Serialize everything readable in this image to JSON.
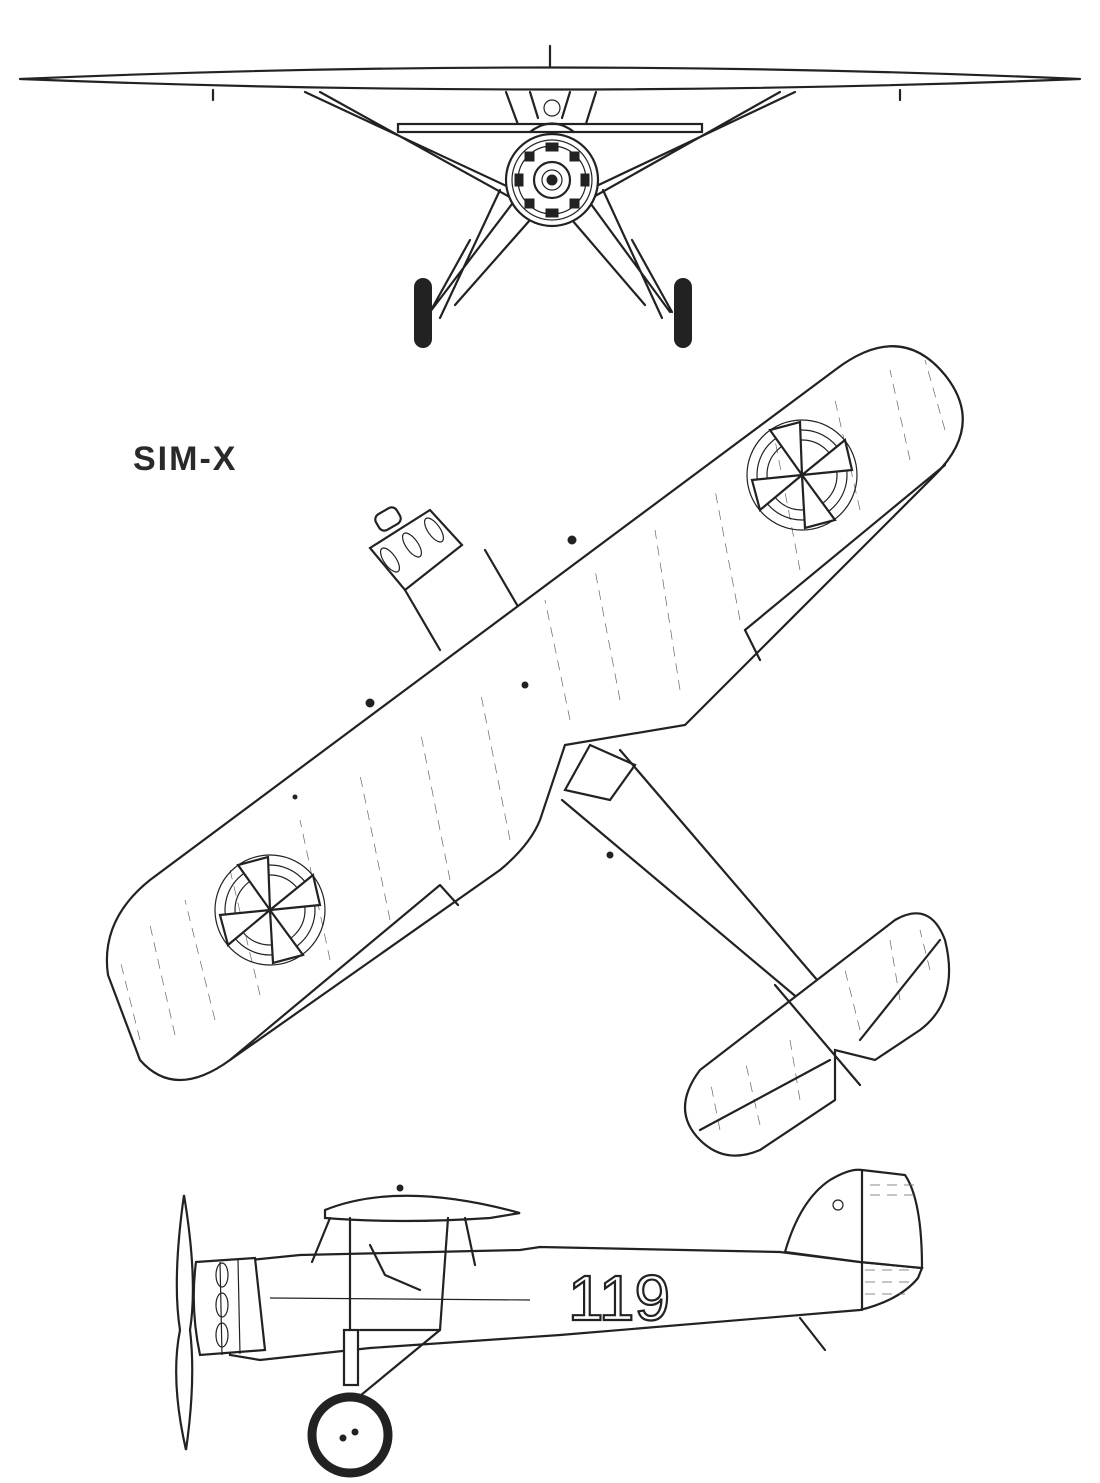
{
  "drawing": {
    "title": "SIM-X",
    "tail_number": "119",
    "views": [
      "front-view",
      "plan-view",
      "side-view"
    ]
  }
}
